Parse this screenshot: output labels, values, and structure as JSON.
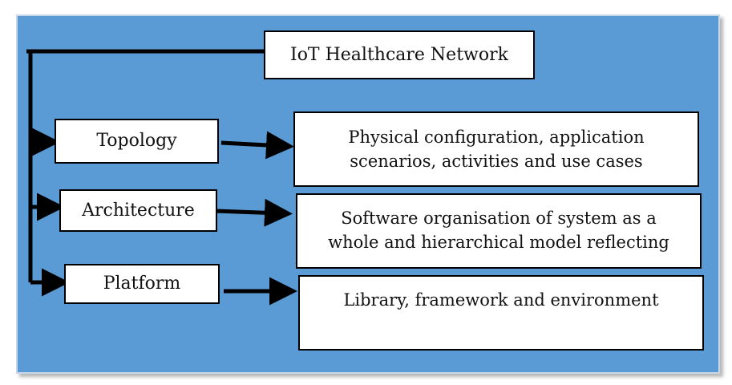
{
  "diagram": {
    "root": {
      "label": "IoT Healthcare Network"
    },
    "nodes": [
      {
        "label": "Topology",
        "description": [
          "Physical configuration, application",
          "scenarios, activities and use cases"
        ]
      },
      {
        "label": "Architecture",
        "description": [
          "Software organisation of system as a",
          "whole and hierarchical model reflecting"
        ]
      },
      {
        "label": "Platform",
        "description": [
          "Library, framework and environment"
        ]
      }
    ]
  },
  "colors": {
    "background": "#5b9bd5",
    "box_fill": "#ffffff",
    "lines": "#000000"
  }
}
